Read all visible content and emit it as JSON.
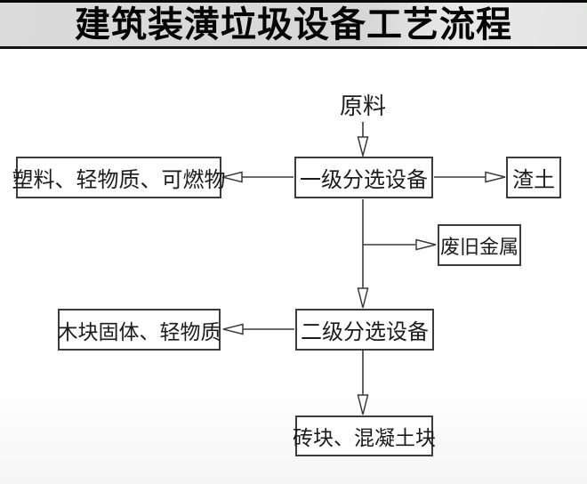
{
  "title": "建筑装潢垃圾设备工艺流程",
  "colors": {
    "top_bar": "#000000",
    "title_background": "#d9dad9",
    "title_text": "#050505",
    "divider": "#161616",
    "box_border": "#3c3c3c",
    "box_fill": "#ffffff",
    "connector_line": "#3c3c3c",
    "node_text": "#1c1c1c",
    "canvas_background": "#ffffff"
  },
  "flowchart": {
    "arrow_style": "hollow-triangle",
    "nodes": {
      "raw_material": {
        "label": "原料",
        "shape": "text"
      },
      "primary_sorting": {
        "label": "一级分选设备",
        "shape": "box"
      },
      "plastics_light": {
        "label": "塑料、轻物质、可燃物",
        "shape": "box"
      },
      "slag_soil": {
        "label": "渣土",
        "shape": "box"
      },
      "waste_metal": {
        "label": "废旧金属",
        "shape": "box"
      },
      "secondary_sorting": {
        "label": "二级分选设备",
        "shape": "box"
      },
      "wood_light": {
        "label": "木块固体、轻物质",
        "shape": "box"
      },
      "brick_concrete": {
        "label": "砖块、混凝土块",
        "shape": "box"
      }
    },
    "edges": [
      {
        "from": "raw_material",
        "to": "primary_sorting",
        "direction": "down"
      },
      {
        "from": "primary_sorting",
        "to": "plastics_light",
        "direction": "left"
      },
      {
        "from": "primary_sorting",
        "to": "slag_soil",
        "direction": "right"
      },
      {
        "from": "primary_sorting",
        "to": "waste_metal",
        "direction": "down-then-right"
      },
      {
        "from": "primary_sorting",
        "to": "secondary_sorting",
        "direction": "down"
      },
      {
        "from": "secondary_sorting",
        "to": "wood_light",
        "direction": "left"
      },
      {
        "from": "secondary_sorting",
        "to": "brick_concrete",
        "direction": "down"
      }
    ]
  }
}
